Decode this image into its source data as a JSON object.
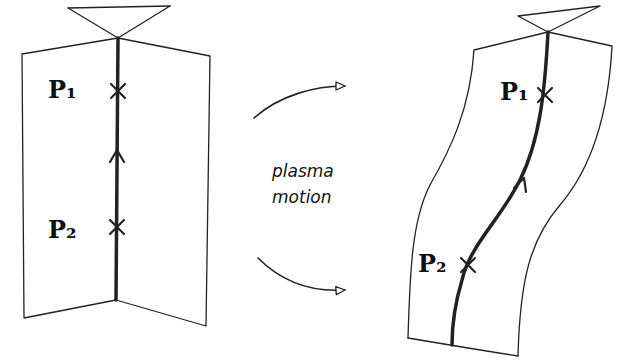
{
  "diagram": {
    "labels": [
      "P₁",
      "P₂",
      "plasma motion",
      "P₁",
      "P₂"
    ]
  }
}
